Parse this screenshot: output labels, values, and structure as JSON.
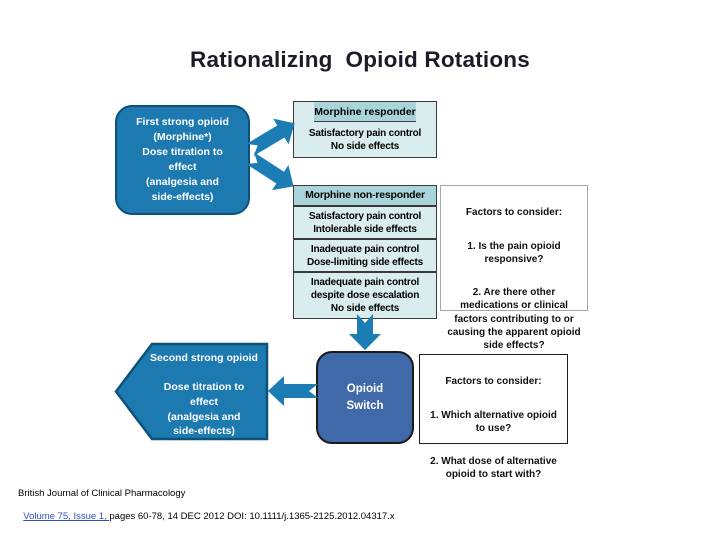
{
  "title": "Rationalizing  Opioid Rotations",
  "colors": {
    "box_blue": "#1d7ab1",
    "box_blue_border": "#0d5078",
    "switch_blue": "#3f69a8",
    "switch_border": "#1a1a1a",
    "teal_header": "#a9d4da",
    "teal_body": "#d9ecee",
    "arrow_blue": "#1c7db4",
    "title_color": "#1c1c28",
    "link_blue": "#2f4fba"
  },
  "flowchart": {
    "first_opioid": "First strong opioid\n(Morphine*)\nDose titration to\neffect\n(analgesia and\nside-effects)",
    "responder": {
      "header": "Morphine responder",
      "body": "Satisfactory pain control\nNo side effects"
    },
    "non_responder": {
      "header": "Morphine non-responder",
      "rows": [
        "Satisfactory pain control\nIntolerable side effects",
        "Inadequate pain control\nDose-limiting side effects",
        "Inadequate pain control\ndespite dose escalation\nNo side effects"
      ]
    },
    "factors_top": {
      "title": "Factors to consider:",
      "items": [
        "1. Is the pain opioid\nresponsive?",
        "2. Are there other\nmedications or clinical\nfactors contributing to or\ncausing the apparent opioid\nside effects?"
      ]
    },
    "second_opioid": "Second strong opioid\n\nDose titration to\neffect\n(analgesia and\nside-effects)",
    "opioid_switch": "Opioid\nSwitch",
    "factors_bottom": {
      "title": "Factors to consider:",
      "items": [
        "1. Which alternative opioid\nto use?",
        "2. What dose of alternative\nopioid to start with?"
      ]
    }
  },
  "citation": {
    "journal": "British Journal of Clinical Pharmacology",
    "link": "Volume 75, Issue 1, ",
    "rest": "pages 60-78, 14 DEC 2012 DOI: 10.1111/j.1365-2125.2012.04317.x"
  }
}
